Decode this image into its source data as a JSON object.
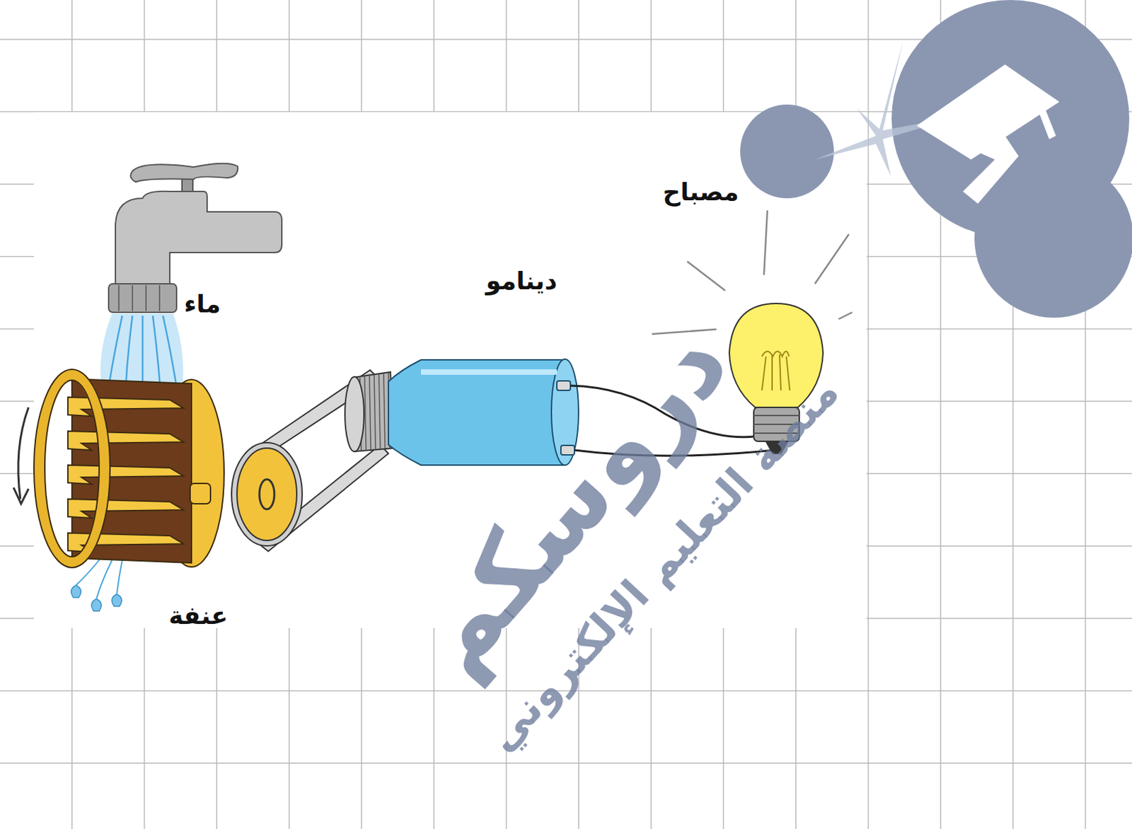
{
  "diagram": {
    "labels": [
      "ماء",
      "دينامو",
      "مصباح",
      "عنفة",
      "دروسكم",
      "منصة التعليم الإلكتروني"
    ]
  }
}
